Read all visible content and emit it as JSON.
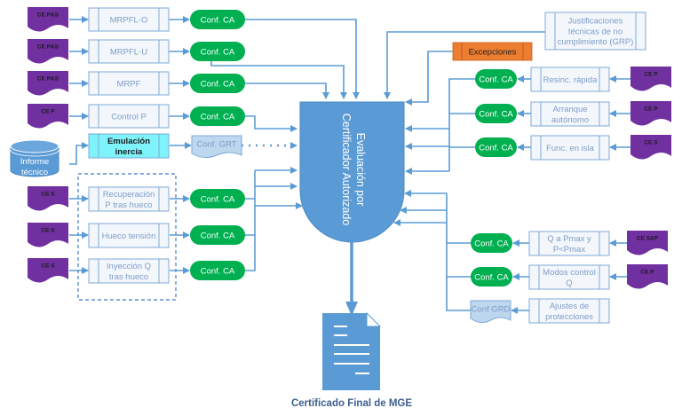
{
  "diagram": {
    "central": {
      "line1": "Evaluación por",
      "line2": "Certificador Autorizado"
    },
    "output": {
      "label": "Certificado Final de MGE"
    },
    "left_rows": [
      {
        "tag": "CE P&S",
        "process": [
          "MRPFL-O"
        ],
        "conf": "Conf. CA"
      },
      {
        "tag": "CE P&S",
        "process": [
          "MRPFL-U"
        ],
        "conf": "Conf. CA"
      },
      {
        "tag": "CE P&S",
        "process": [
          "MRPF"
        ],
        "conf": "Conf. CA"
      },
      {
        "tag": "CE P",
        "process": [
          "Control P"
        ],
        "conf": "Conf. CA"
      }
    ],
    "inertia": {
      "source": [
        "Informe",
        "técnico"
      ],
      "process": [
        "Emulación",
        "inercia"
      ],
      "conf": "Conf. GRT"
    },
    "fault_group": [
      {
        "tag": "CE S",
        "process": [
          "Recuperación",
          "P tras hueco"
        ],
        "conf": "Conf. CA"
      },
      {
        "tag": "CE S",
        "process": [
          "Hueco tensión"
        ],
        "conf": "Conf. CA"
      },
      {
        "tag": "CE S",
        "process": [
          "Inyección Q",
          "tras hueco"
        ],
        "conf": "Conf. CA"
      }
    ],
    "justificaciones": [
      "Justificaciones",
      "técnicas de no",
      "cumplimiento (GRP)"
    ],
    "excepciones": "Excepciones",
    "right_top_rows": [
      {
        "tag": "CE P",
        "process": [
          "Resinc. rápida"
        ],
        "conf": "Conf. CA"
      },
      {
        "tag": "CE P",
        "process": [
          "Arranque",
          "autónomo"
        ],
        "conf": "Conf. CA"
      },
      {
        "tag": "CE S",
        "process": [
          "Func. en isla"
        ],
        "conf": "Conf. CA"
      }
    ],
    "right_bottom_rows": [
      {
        "tag": "CE S&P",
        "process": [
          "Q a Pmax y",
          "P<Pmax"
        ],
        "conf": "Conf. CA"
      },
      {
        "tag": "CE P",
        "process": [
          "Modos control",
          "Q"
        ],
        "conf": "Conf. CA"
      },
      {
        "tag": "",
        "process": [
          "Ajustes de",
          "protecciones"
        ],
        "conf": "Conf GRD"
      }
    ],
    "colors": {
      "line": "#5b9bd5",
      "central": "#5b9bd5",
      "tag_fill": "#7030a0",
      "conf_fill": "#00b050",
      "conf_doc_fill": "#bdd7ee",
      "process_fill": "#f3f7fc",
      "process_border": "#7fa9d9",
      "process_text": "#7f9cc6",
      "emulation_fill": "#7ff3fb",
      "exceptions_fill": "#ed7d31"
    }
  }
}
